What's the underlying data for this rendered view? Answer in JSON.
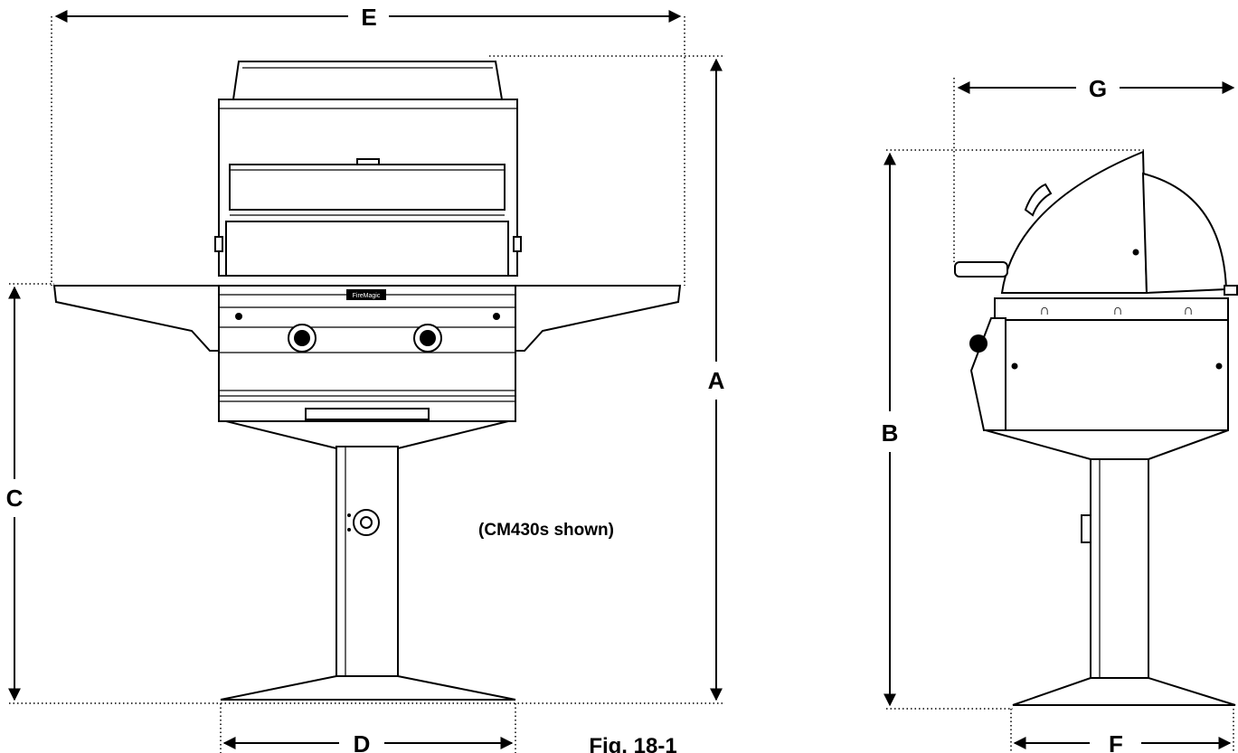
{
  "dimension_labels": {
    "a": "A",
    "b": "B",
    "c": "C",
    "d": "D",
    "e": "E",
    "f": "F",
    "g": "G"
  },
  "model_note": "(CM430s shown)",
  "figure_label": "Fig. 18-1",
  "brand_plate": "FireMagic",
  "colors": {
    "ink": "#000000",
    "paper": "#ffffff"
  }
}
